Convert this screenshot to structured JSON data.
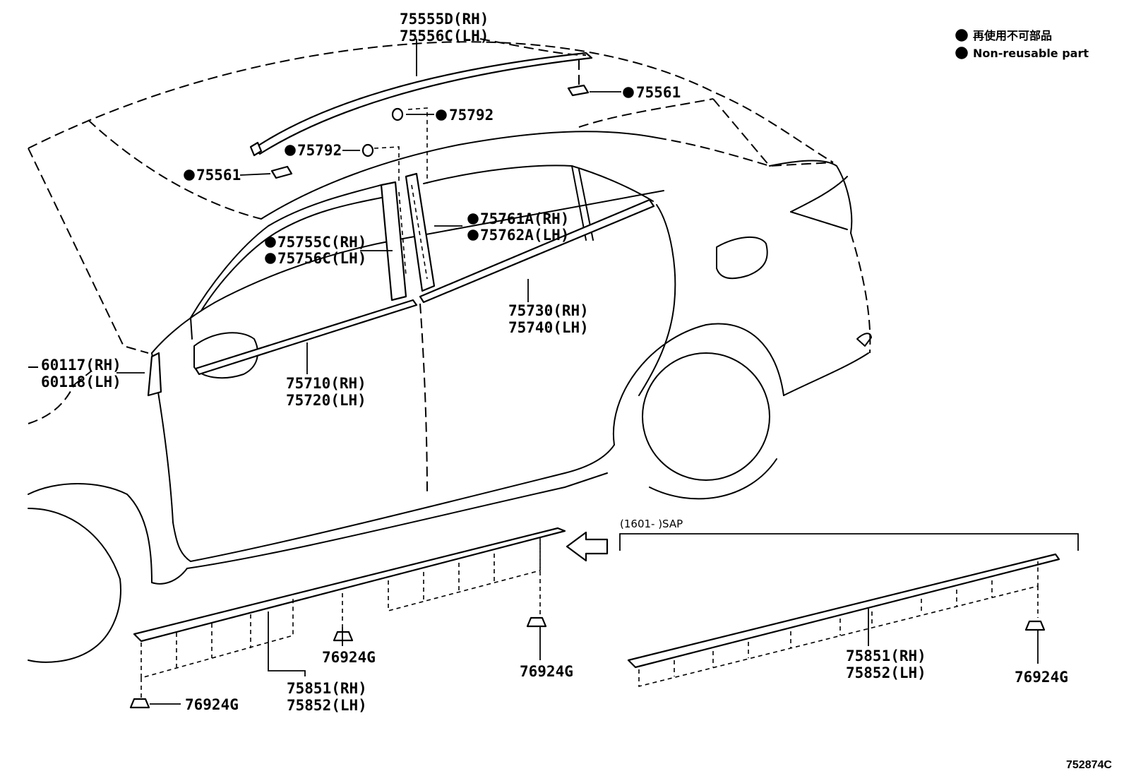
{
  "legend": {
    "jp": "再使用不可部品",
    "en": "Non-reusable part",
    "bullet_color": "#000000"
  },
  "labels": {
    "l75555d": "75555D(RH)",
    "l75556c": "75556C(LH)",
    "l75561_top": "75561",
    "l75792_top": "75792",
    "l75792_mid": "75792",
    "l75561_left": "75561",
    "l75761a": "75761A(RH)",
    "l75762a": "75762A(LH)",
    "l75755c": "75755C(RH)",
    "l75756c": "75756C(LH)",
    "l60117": "60117(RH)",
    "l60118": "60118(LH)",
    "l75710": "75710(RH)",
    "l75720": "75720(LH)",
    "l75730": "75730(RH)",
    "l75740": "75740(LH)",
    "l75851_a": "75851(RH)",
    "l75852_a": "75852(LH)",
    "l75851_b": "75851(RH)",
    "l75852_b": "75852(LH)",
    "l76924g_1": "76924G",
    "l76924g_2": "76924G",
    "l76924g_3": "76924G",
    "l76924g_4": "76924G",
    "sap": "(1601-      )SAP",
    "illustration_code": "752874C"
  }
}
